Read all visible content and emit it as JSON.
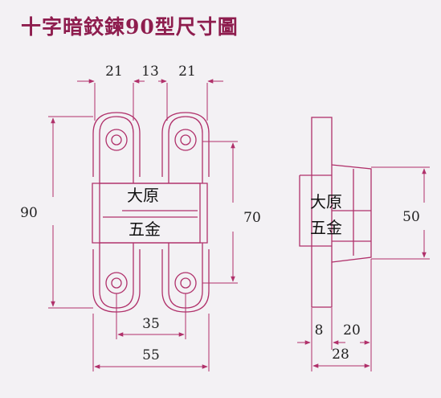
{
  "title": "十字暗鉸鍊90型尺寸圖",
  "colors": {
    "line": "#b0306a",
    "title": "#8e1d4e",
    "text": "#222222",
    "background": "#f3f1f4"
  },
  "dimensions": {
    "top_left": "21",
    "top_middle": "13",
    "top_right": "21",
    "height_total": "90",
    "height_inner": "70",
    "width_inner": "35",
    "width_total": "55",
    "side_height": "50",
    "side_plate": "8",
    "side_body": "20",
    "side_total": "28"
  },
  "watermark": {
    "line1": "大原",
    "line2": "五金"
  }
}
